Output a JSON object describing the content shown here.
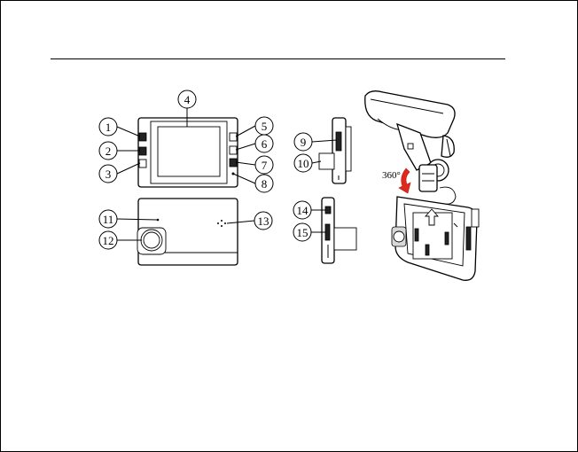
{
  "page": {
    "title": ""
  },
  "callouts": [
    "1",
    "2",
    "3",
    "4",
    "5",
    "6",
    "7",
    "8",
    "9",
    "10",
    "11",
    "12",
    "13",
    "14",
    "15"
  ],
  "mount": {
    "rotation_label": "360°",
    "arrow_color": "#e0281e"
  }
}
